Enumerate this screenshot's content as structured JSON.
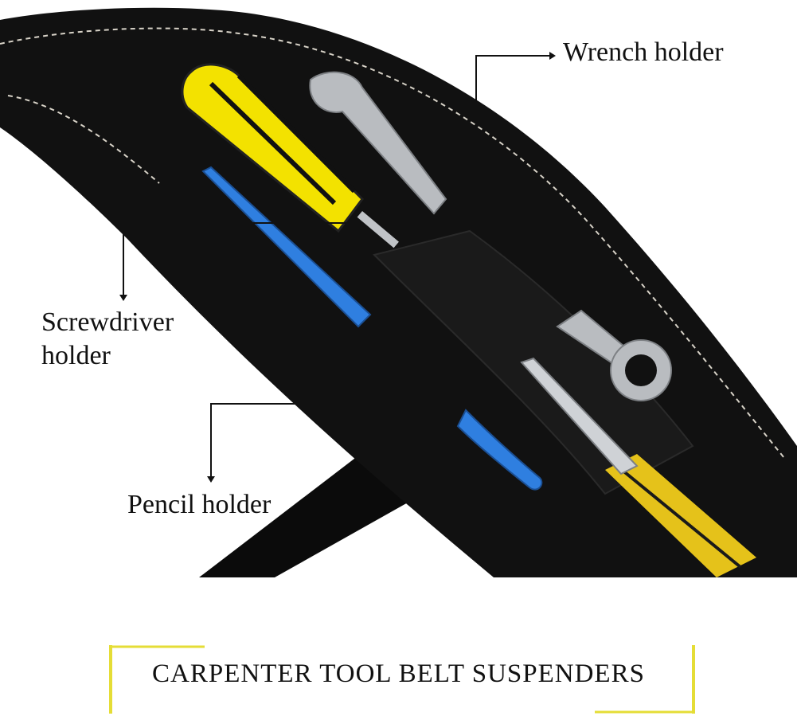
{
  "labels": {
    "wrench": "Wrench holder",
    "screwdriver_line1": "Screwdriver",
    "screwdriver_line2": "holder",
    "pencil": "Pencil holder"
  },
  "caption": "CARPENTER TOOL BELT SUSPENDERS",
  "colors": {
    "belt": "#111111",
    "stitch": "#d8d3c8",
    "screwdriver_handle": "#f3e200",
    "pencil": "#2f7fe0",
    "strap_yellow": "#e5c21a",
    "caption_frame": "#e5dd36"
  }
}
